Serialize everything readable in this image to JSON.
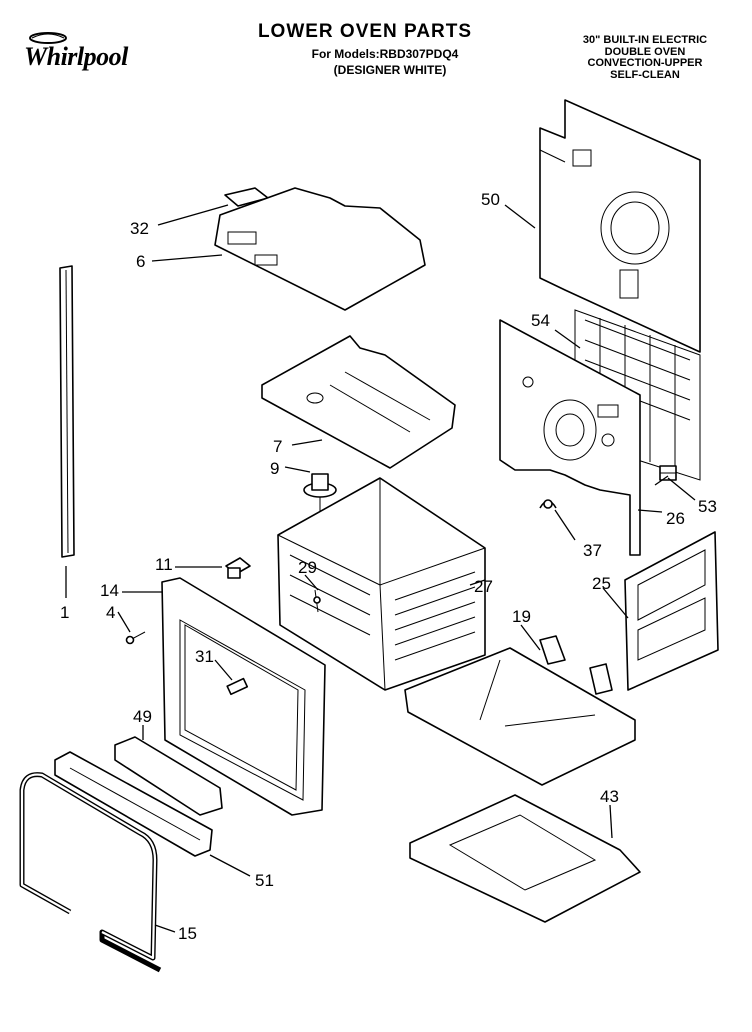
{
  "header": {
    "brand": "Whirlpool",
    "title": "LOWER OVEN PARTS",
    "model_line": "For Models:RBD307PDQ4",
    "variant": "(DESIGNER WHITE)",
    "spec_lines": [
      "30\" BUILT-IN ELECTRIC",
      "DOUBLE OVEN",
      "CONVECTION-UPPER",
      "SELF-CLEAN"
    ]
  },
  "callouts": {
    "p1": "1",
    "p4": "4",
    "p6": "6",
    "p7": "7",
    "p9": "9",
    "p11": "11",
    "p14": "14",
    "p15": "15",
    "p19": "19",
    "p25": "25",
    "p26": "26",
    "p27": "27",
    "p29": "29",
    "p31": "31",
    "p32": "32",
    "p37": "37",
    "p43": "43",
    "p49": "49",
    "p50": "50",
    "p51": "51",
    "p53": "53",
    "p54": "54"
  }
}
